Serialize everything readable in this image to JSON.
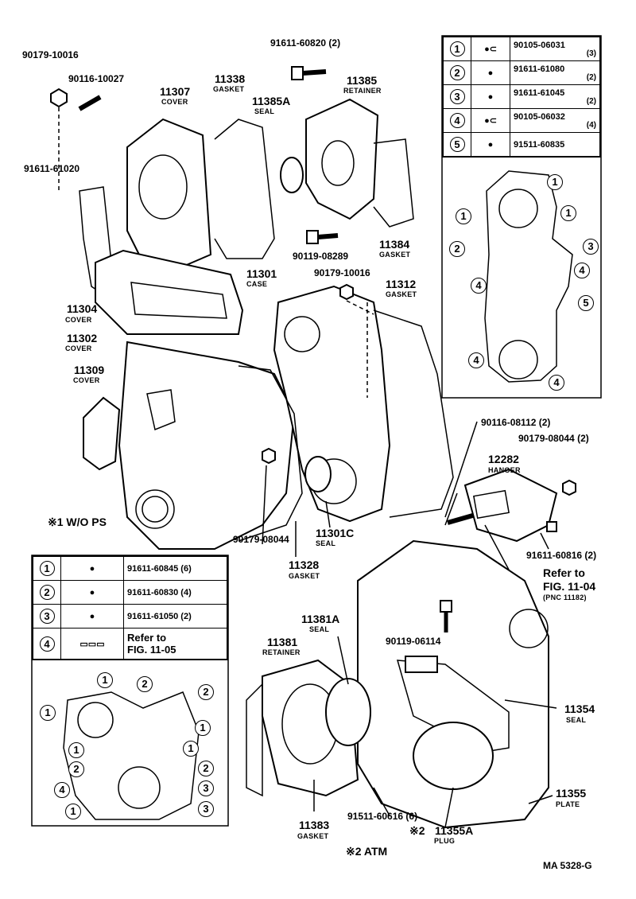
{
  "labels": {
    "p90179_10016_a": "90179-10016",
    "p90116_10027": "90116-10027",
    "p91611_60820": "91611-60820 (2)",
    "p11307": "11307",
    "cover_11307": "COVER",
    "p11338": "11338",
    "gasket_11338": "GASKET",
    "p11385": "11385",
    "retainer_11385": "RETAINER",
    "p11385A": "11385A",
    "seal_11385A": "SEAL",
    "p91611_61020": "91611-61020",
    "p11384": "11384",
    "gasket_11384": "GASKET",
    "p90119_08289": "90119-08289",
    "p11301": "11301",
    "case_11301": "CASE",
    "p90179_10016_b": "90179-10016",
    "p11312": "11312",
    "gasket_11312": "GASKET",
    "p11304": "11304",
    "cover_11304": "COVER",
    "p11302": "11302",
    "cover_11302": "COVER",
    "p11309": "11309",
    "cover_11309": "COVER",
    "p90116_08112": "90116-08112 (2)",
    "p90179_08044_a": "90179-08044 (2)",
    "p12282": "12282",
    "hanger_12282": "HANGER",
    "note_wops": "※1 W/O PS",
    "p90179_08044_b": "90179-08044",
    "p11301C": "11301C",
    "seal_11301C": "SEAL",
    "p91611_60816": "91611-60816 (2)",
    "p11328": "11328",
    "gasket_11328": "GASKET",
    "refer_1104a": "Refer to",
    "refer_1104b": "FIG. 11-04",
    "refer_1104c": "(PNC 11182)",
    "p90119_06114": "90119-06114",
    "p11381A": "11381A",
    "seal_11381A": "SEAL",
    "p11381": "11381",
    "retainer_11381": "RETAINER",
    "p11354": "11354",
    "seal_11354": "SEAL",
    "p11355": "11355",
    "plate_11355": "PLATE",
    "p91511_60616": "91511-60616 (6)",
    "p11383": "11383",
    "gasket_11383": "GASKET",
    "note_2": "※2",
    "p11355A": "11355A",
    "plug_11355A": "PLUG",
    "note_atm": "※2 ATM",
    "fig_code": "MA 5328-G"
  },
  "bolt_table_top": [
    {
      "num": "1",
      "part": "90105-06031",
      "qty": "(3)"
    },
    {
      "num": "2",
      "part": "91611-61080",
      "qty": "(2)"
    },
    {
      "num": "3",
      "part": "91611-61045",
      "qty": "(2)"
    },
    {
      "num": "4",
      "part": "90105-06032",
      "qty": "(4)"
    },
    {
      "num": "5",
      "part": "91511-60835",
      "qty": ""
    }
  ],
  "bolt_table_bottom": [
    {
      "num": "1",
      "part": "91611-60845 (6)"
    },
    {
      "num": "2",
      "part": "91611-60830 (4)"
    },
    {
      "num": "3",
      "part": "91611-61050 (2)"
    },
    {
      "num": "4",
      "part": "Refer to",
      "part2": "FIG. 11-05"
    }
  ],
  "callouts_top": [
    "1",
    "1",
    "1",
    "2",
    "3",
    "4",
    "4",
    "5",
    "4",
    "4"
  ],
  "callouts_bottom": [
    "1",
    "2",
    "2",
    "1",
    "1",
    "1",
    "1",
    "2",
    "2",
    "4",
    "3",
    "1",
    "3"
  ]
}
